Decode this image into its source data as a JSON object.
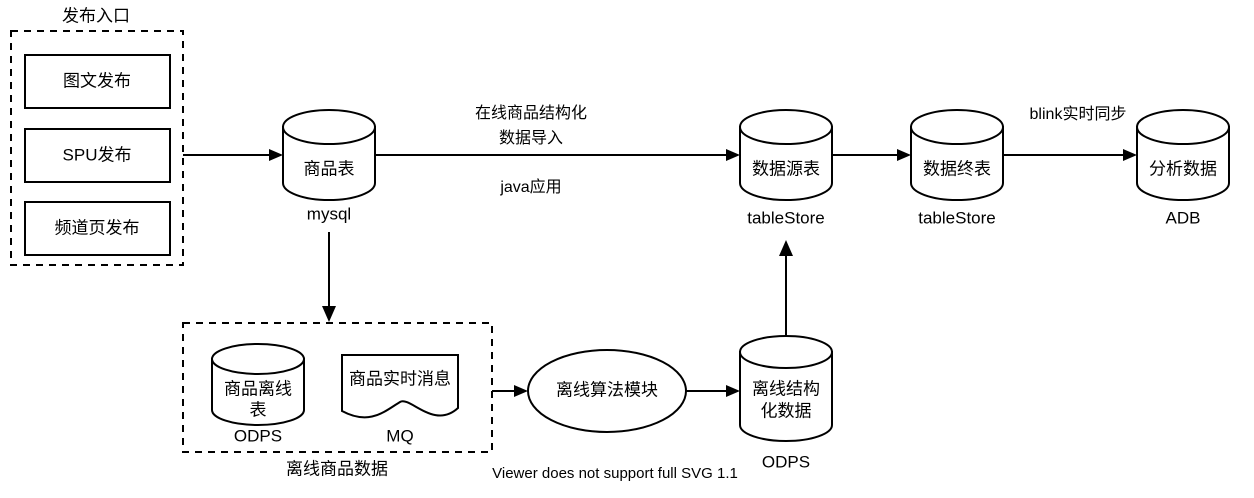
{
  "diagram": {
    "title_text": "发布入口",
    "footer_note": "Viewer does not support full SVG 1.1",
    "colors": {
      "stroke": "#000000",
      "fill": "#ffffff",
      "text": "#000000"
    },
    "groups": [
      {
        "id": "publish-entry",
        "label": "发布入口",
        "label_position": "top-outside",
        "style": "dashed-rectangle"
      },
      {
        "id": "offline-product-data",
        "label": "离线商品数据",
        "label_position": "bottom-outside",
        "style": "dashed-rectangle"
      }
    ],
    "nodes": [
      {
        "id": "tuwen-fabu",
        "label": "图文发布",
        "shape": "rectangle"
      },
      {
        "id": "spu-fabu",
        "label": "SPU发布",
        "shape": "rectangle"
      },
      {
        "id": "pindao-fabu",
        "label": "频道页发布",
        "shape": "rectangle"
      },
      {
        "id": "shangpin-biao",
        "label": "商品表",
        "sublabel": "mysql",
        "shape": "cylinder"
      },
      {
        "id": "shuju-yuan-biao",
        "label": "数据源表",
        "sublabel": "tableStore",
        "shape": "cylinder"
      },
      {
        "id": "shuju-zhong-biao",
        "label": "数据终表",
        "sublabel": "tableStore",
        "shape": "cylinder"
      },
      {
        "id": "fenxi-shuju",
        "label": "分析数据",
        "sublabel": "ADB",
        "shape": "cylinder"
      },
      {
        "id": "shangpin-lixian-biao",
        "label_line1": "商品离线",
        "label_line2": "表",
        "sublabel": "ODPS",
        "shape": "cylinder"
      },
      {
        "id": "shangpin-shishi-xiaoxi",
        "label": "商品实时消息",
        "sublabel": "MQ",
        "shape": "document"
      },
      {
        "id": "lixian-suanfa-mokuai",
        "label": "离线算法模块",
        "shape": "ellipse"
      },
      {
        "id": "lixian-jiegouhua-shuju",
        "label_line1": "离线结构",
        "label_line2": "化数据",
        "sublabel": "ODPS",
        "shape": "cylinder"
      }
    ],
    "edges": [
      {
        "id": "edge-spu-to-mysql",
        "from": "publish-entry",
        "to": "shangpin-biao",
        "label": ""
      },
      {
        "id": "edge-mysql-to-tablestore",
        "from": "shangpin-biao",
        "to": "shuju-yuan-biao",
        "label_above_line1": "在线商品结构化",
        "label_above_line2": "数据导入",
        "label_below": "java应用"
      },
      {
        "id": "edge-source-to-final",
        "from": "shuju-yuan-biao",
        "to": "shuju-zhong-biao",
        "label": ""
      },
      {
        "id": "edge-final-to-adb",
        "from": "shuju-zhong-biao",
        "to": "fenxi-shuju",
        "label": "blink实时同步"
      },
      {
        "id": "edge-mysql-to-offline-group",
        "from": "shangpin-biao",
        "to": "offline-product-data",
        "label": ""
      },
      {
        "id": "edge-offline-group-to-algo",
        "from": "offline-product-data",
        "to": "lixian-suanfa-mokuai",
        "label": ""
      },
      {
        "id": "edge-algo-to-odps",
        "from": "lixian-suanfa-mokuai",
        "to": "lixian-jiegouhua-shuju",
        "label": ""
      },
      {
        "id": "edge-odps-to-source",
        "from": "lixian-jiegouhua-shuju",
        "to": "shuju-yuan-biao",
        "label": ""
      }
    ]
  }
}
